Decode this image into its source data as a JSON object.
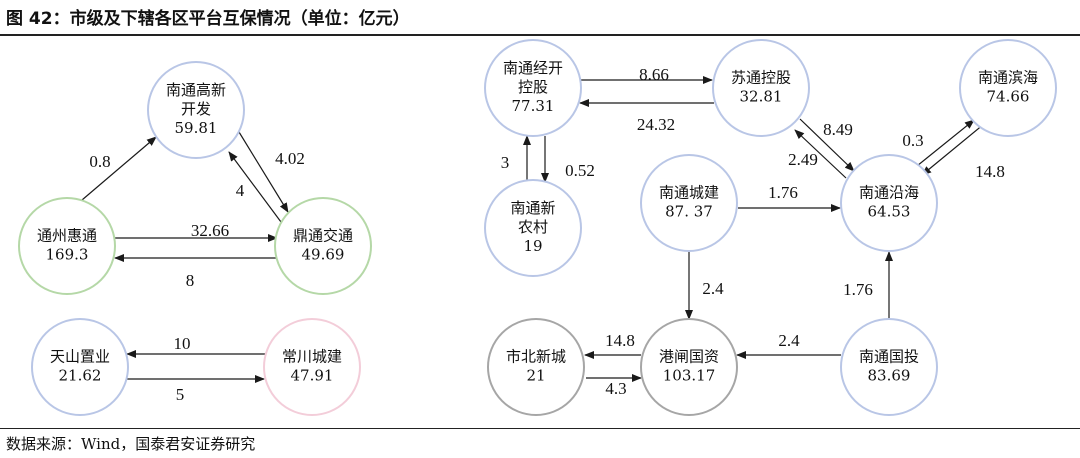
{
  "title": "图 42：市级及下辖各区平台互保情况（单位：亿元）",
  "source": "数据来源：Wind，国泰君安证券研究",
  "colors": {
    "blue_border": "#b9c6e6",
    "green_border": "#b5d8a7",
    "pink_border": "#f3cdd9",
    "gray_border": "#a6a6a6",
    "line": "#1a1a1a"
  },
  "nodes": [
    {
      "id": "nantong-gaoxin",
      "name_lines": [
        "南通高新",
        "开发"
      ],
      "value": "59.81",
      "border": "blue_border"
    },
    {
      "id": "tongzhou-huitong",
      "name_lines": [
        "通州惠通"
      ],
      "value": "169.3",
      "border": "green_border"
    },
    {
      "id": "dingtong-jiaotong",
      "name_lines": [
        "鼎通交通"
      ],
      "value": "49.69",
      "border": "green_border"
    },
    {
      "id": "tianshan-zhiye",
      "name_lines": [
        "天山置业"
      ],
      "value": "21.62",
      "border": "blue_border"
    },
    {
      "id": "changchuan-chengjian",
      "name_lines": [
        "常川城建"
      ],
      "value": "47.91",
      "border": "pink_border"
    },
    {
      "id": "nantong-jingkai",
      "name_lines": [
        "南通经开",
        "控股"
      ],
      "value": "77.31",
      "border": "blue_border"
    },
    {
      "id": "sutong-konggu",
      "name_lines": [
        "苏通控股"
      ],
      "value": "32.81",
      "border": "blue_border"
    },
    {
      "id": "nantong-binhai",
      "name_lines": [
        "南通滨海"
      ],
      "value": "74.66",
      "border": "blue_border"
    },
    {
      "id": "nantong-xinnongcun",
      "name_lines": [
        "南通新",
        "农村"
      ],
      "value": "19",
      "border": "blue_border"
    },
    {
      "id": "nantong-chengjian",
      "name_lines": [
        "南通城建"
      ],
      "value": "87. 37",
      "border": "blue_border"
    },
    {
      "id": "nantong-yanhai",
      "name_lines": [
        "南通沿海"
      ],
      "value": "64.53",
      "border": "blue_border"
    },
    {
      "id": "shibei-xincheng",
      "name_lines": [
        "市北新城"
      ],
      "value": "21",
      "border": "gray_border"
    },
    {
      "id": "ganzha-guozi",
      "name_lines": [
        "港闸国资"
      ],
      "value": "103.17",
      "border": "gray_border"
    },
    {
      "id": "nantong-guotou",
      "name_lines": [
        "南通国投"
      ],
      "value": "83.69",
      "border": "blue_border"
    }
  ],
  "edges": [
    {
      "from": "tongzhou-huitong",
      "to": "nantong-gaoxin",
      "value": "0.8"
    },
    {
      "from": "nantong-gaoxin",
      "to": "dingtong-jiaotong",
      "value": "4.02"
    },
    {
      "from": "dingtong-jiaotong",
      "to": "nantong-gaoxin",
      "value": "4"
    },
    {
      "from": "tongzhou-huitong",
      "to": "dingtong-jiaotong",
      "value": "32.66"
    },
    {
      "from": "dingtong-jiaotong",
      "to": "tongzhou-huitong",
      "value": "8"
    },
    {
      "from": "changchuan-chengjian",
      "to": "tianshan-zhiye",
      "value": "10"
    },
    {
      "from": "tianshan-zhiye",
      "to": "changchuan-chengjian",
      "value": "5"
    },
    {
      "from": "nantong-jingkai",
      "to": "sutong-konggu",
      "value": "8.66"
    },
    {
      "from": "sutong-konggu",
      "to": "nantong-jingkai",
      "value": "24.32"
    },
    {
      "from": "nantong-xinnongcun",
      "to": "nantong-jingkai",
      "value": "3"
    },
    {
      "from": "nantong-jingkai",
      "to": "nantong-xinnongcun",
      "value": "0.52"
    },
    {
      "from": "sutong-konggu",
      "to": "nantong-yanhai",
      "value": "8.49"
    },
    {
      "from": "nantong-yanhai",
      "to": "sutong-konggu",
      "value": "2.49"
    },
    {
      "from": "nantong-yanhai",
      "to": "nantong-binhai",
      "value": "0.3"
    },
    {
      "from": "nantong-binhai",
      "to": "nantong-yanhai",
      "value": "14.8"
    },
    {
      "from": "nantong-chengjian",
      "to": "nantong-yanhai",
      "value": "1.76"
    },
    {
      "from": "nantong-chengjian",
      "to": "ganzha-guozi",
      "value": "2.4"
    },
    {
      "from": "nantong-guotou",
      "to": "nantong-yanhai",
      "value": "1.76"
    },
    {
      "from": "nantong-guotou",
      "to": "ganzha-guozi",
      "value": "2.4"
    },
    {
      "from": "ganzha-guozi",
      "to": "shibei-xincheng",
      "value": "14.8"
    },
    {
      "from": "shibei-xincheng",
      "to": "ganzha-guozi",
      "value": "4.3"
    }
  ]
}
